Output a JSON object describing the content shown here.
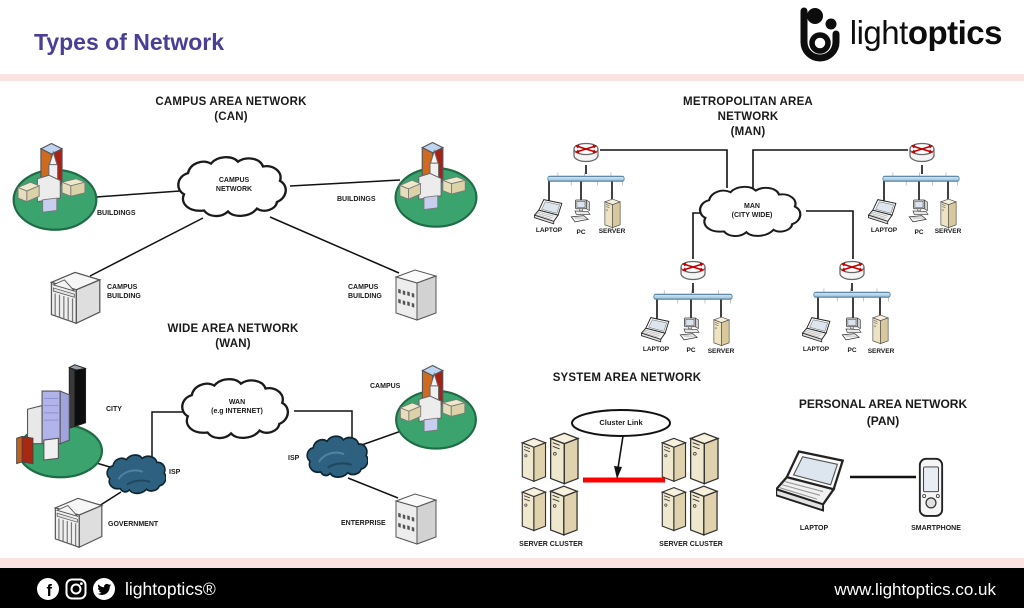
{
  "header": {
    "title": "Types of Network",
    "logo_light": "light",
    "logo_bold": "optics"
  },
  "can": {
    "title": "CAMPUS AREA NETWORK\n(CAN)",
    "cloud_label": "CAMPUS\nNETWORK",
    "buildings_left": "BUILDINGS",
    "buildings_right": "BUILDINGS",
    "building_bottom_left": "CAMPUS\nBUILDING",
    "building_bottom_right": "CAMPUS\nBUILDING"
  },
  "man": {
    "title": "METROPOLITAN AREA\nNETWORK\n(MAN)",
    "cloud_label": "MAN\n(CITY WIDE)",
    "segments": [
      {
        "laptop": "LAPTOP",
        "pc": "PC",
        "server": "SERVER"
      },
      {
        "laptop": "LAPTOP",
        "pc": "PC",
        "server": "SERVER"
      },
      {
        "laptop": "LAPTOP",
        "pc": "PC",
        "server": "SERVER"
      },
      {
        "laptop": "LAPTOP",
        "pc": "PC",
        "server": "SERVER"
      }
    ]
  },
  "wan": {
    "title": "WIDE AREA NETWORK\n(WAN)",
    "cloud_label": "WAN\n(e.g INTERNET)",
    "city": "CITY",
    "isp_left": "ISP",
    "government": "GOVERNMENT",
    "isp_right": "ISP",
    "campus": "CAMPUS",
    "enterprise": "ENTERPRISE"
  },
  "san": {
    "title": "SYSTEM AREA NETWORK",
    "cluster_link": "Cluster Link",
    "cluster_left": "SERVER CLUSTER",
    "cluster_right": "SERVER CLUSTER"
  },
  "pan": {
    "title": "PERSONAL AREA NETWORK\n(PAN)",
    "laptop": "LAPTOP",
    "smartphone": "SMARTPHONE"
  },
  "footer": {
    "brand": "lightoptics®",
    "url": "www.lightoptics.co.uk",
    "facebook_glyph": "f"
  },
  "colors": {
    "accent_purple": "#4A3F96",
    "pink_band": "#FBE3E1",
    "footer_bg": "#000000",
    "ellipse_green": "#3BA46E",
    "isp_cloud_blue": "#2E607F",
    "bus_blue": "#BFD9EA",
    "cluster_link_red": "#FF0000",
    "server_beige": "#EDE2C2"
  }
}
